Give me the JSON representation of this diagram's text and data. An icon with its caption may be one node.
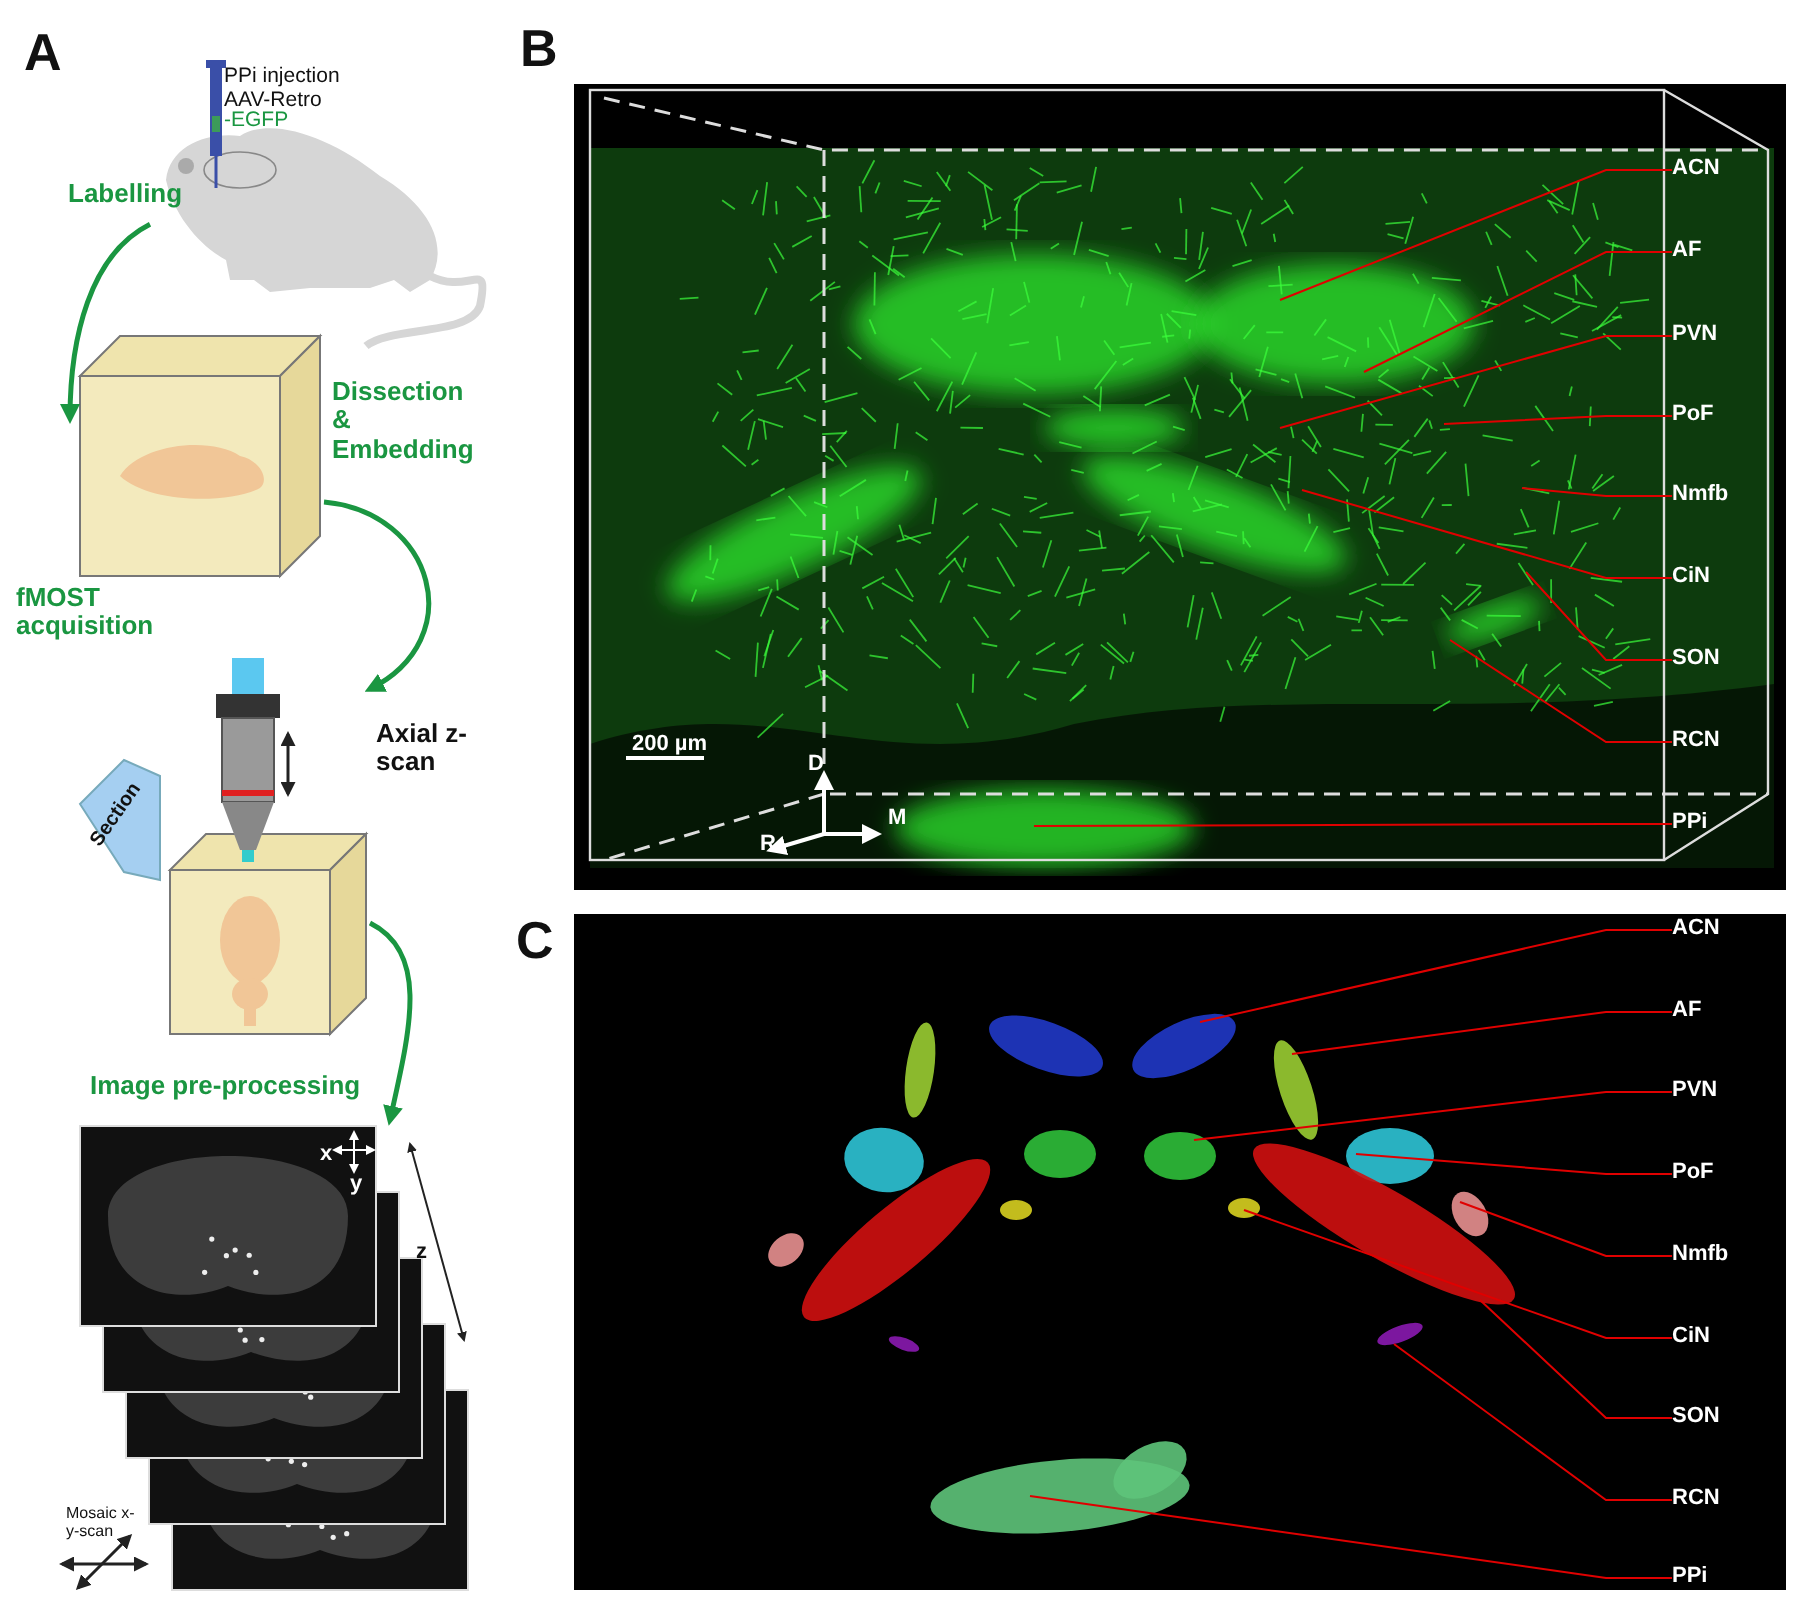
{
  "diagram": {
    "nodes": [
      {
        "text": [
          "PPi injection AAV-Retro",
          "-EGFP"
        ]
      },
      {
        "text": [],
        "shape": "picture"
      },
      {
        "text": [],
        "shape": "picture",
        "beside": [
          "fMOST acquisition",
          "Axial z-scan"
        ]
      },
      {
        "text": [],
        "shape": "picture",
        "beside": [
          "Image pre-processing"
        ]
      },
      {
        "text": [],
        "shape": "picture"
      },
      {
        "text": [
          "ACN"
        ],
        "in": 4
      },
      {
        "text": [
          "AF"
        ],
        "in": 4
      },
      {
        "text": [
          "PVN"
        ],
        "in": 4
      },
      {
        "text": [
          "PoF"
        ],
        "in": 4
      },
      {
        "text": [
          "Nmfb"
        ],
        "in": 4
      },
      {
        "text": [
          "CiN"
        ],
        "in": 4
      },
      {
        "text": [
          "SON"
        ],
        "in": 4
      },
      {
        "text": [
          "RCN"
        ],
        "in": 4
      },
      {
        "text": [
          "PPi"
        ],
        "in": 4
      },
      {
        "text": [],
        "shape": "picture"
      },
      {
        "text": [
          "ACN"
        ],
        "in": 14
      },
      {
        "text": [
          "AF"
        ],
        "in": 14
      },
      {
        "text": [
          "PVN"
        ],
        "in": 14
      },
      {
        "text": [
          "PoF"
        ],
        "in": 14
      },
      {
        "text": [
          "Nmfb"
        ],
        "in": 14
      },
      {
        "text": [
          "CiN"
        ],
        "in": 14
      },
      {
        "text": [
          "SON"
        ],
        "in": 14
      },
      {
        "text": [
          "RCN"
        ],
        "in": 14
      },
      {
        "text": [
          "PPi"
        ],
        "in": 14
      }
    ],
    "edges": [
      {
        "from": 0,
        "to": 1,
        "arrow": "to",
        "label": "Labelling",
        "style": "thick",
        "color": "#1a9641"
      },
      {
        "from": 1,
        "to": 2,
        "arrow": "to",
        "label": "Dissection & Embedding",
        "style": "thick",
        "color": "#1a9641"
      },
      {
        "from": 2,
        "to": 3,
        "arrow": "to",
        "style": "thick",
        "color": "#1a9641"
      },
      {
        "from": 5,
        "to": null,
        "arrow": "none"
      },
      {
        "from": 6,
        "to": null,
        "arrow": "none"
      },
      {
        "from": 7,
        "to": null,
        "arrow": "none"
      },
      {
        "from": 8,
        "to": null,
        "arrow": "none"
      },
      {
        "from": 9,
        "to": null,
        "arrow": "none"
      },
      {
        "from": 10,
        "to": null,
        "arrow": "none"
      },
      {
        "from": 11,
        "to": null,
        "arrow": "none"
      },
      {
        "from": 12,
        "to": null,
        "arrow": "none"
      },
      {
        "from": 13,
        "to": null,
        "arrow": "none"
      },
      {
        "from": 15,
        "to": null,
        "arrow": "none"
      },
      {
        "from": 16,
        "to": null,
        "arrow": "none"
      },
      {
        "from": 17,
        "to": null,
        "arrow": "none"
      },
      {
        "from": 18,
        "to": null,
        "arrow": "none"
      },
      {
        "from": 19,
        "to": null,
        "arrow": "none"
      },
      {
        "from": 20,
        "to": null,
        "arrow": "none"
      },
      {
        "from": 21,
        "to": null,
        "arrow": "none"
      },
      {
        "from": 22,
        "to": null,
        "arrow": "none"
      },
      {
        "from": 23,
        "to": null,
        "arrow": "none"
      }
    ],
    "labels": [
      "A",
      "B",
      "C",
      "Section",
      "x",
      "y",
      "z",
      "Mosaic x-y-scan",
      "200 µm",
      "D",
      "M",
      "R"
    ]
  }
}
